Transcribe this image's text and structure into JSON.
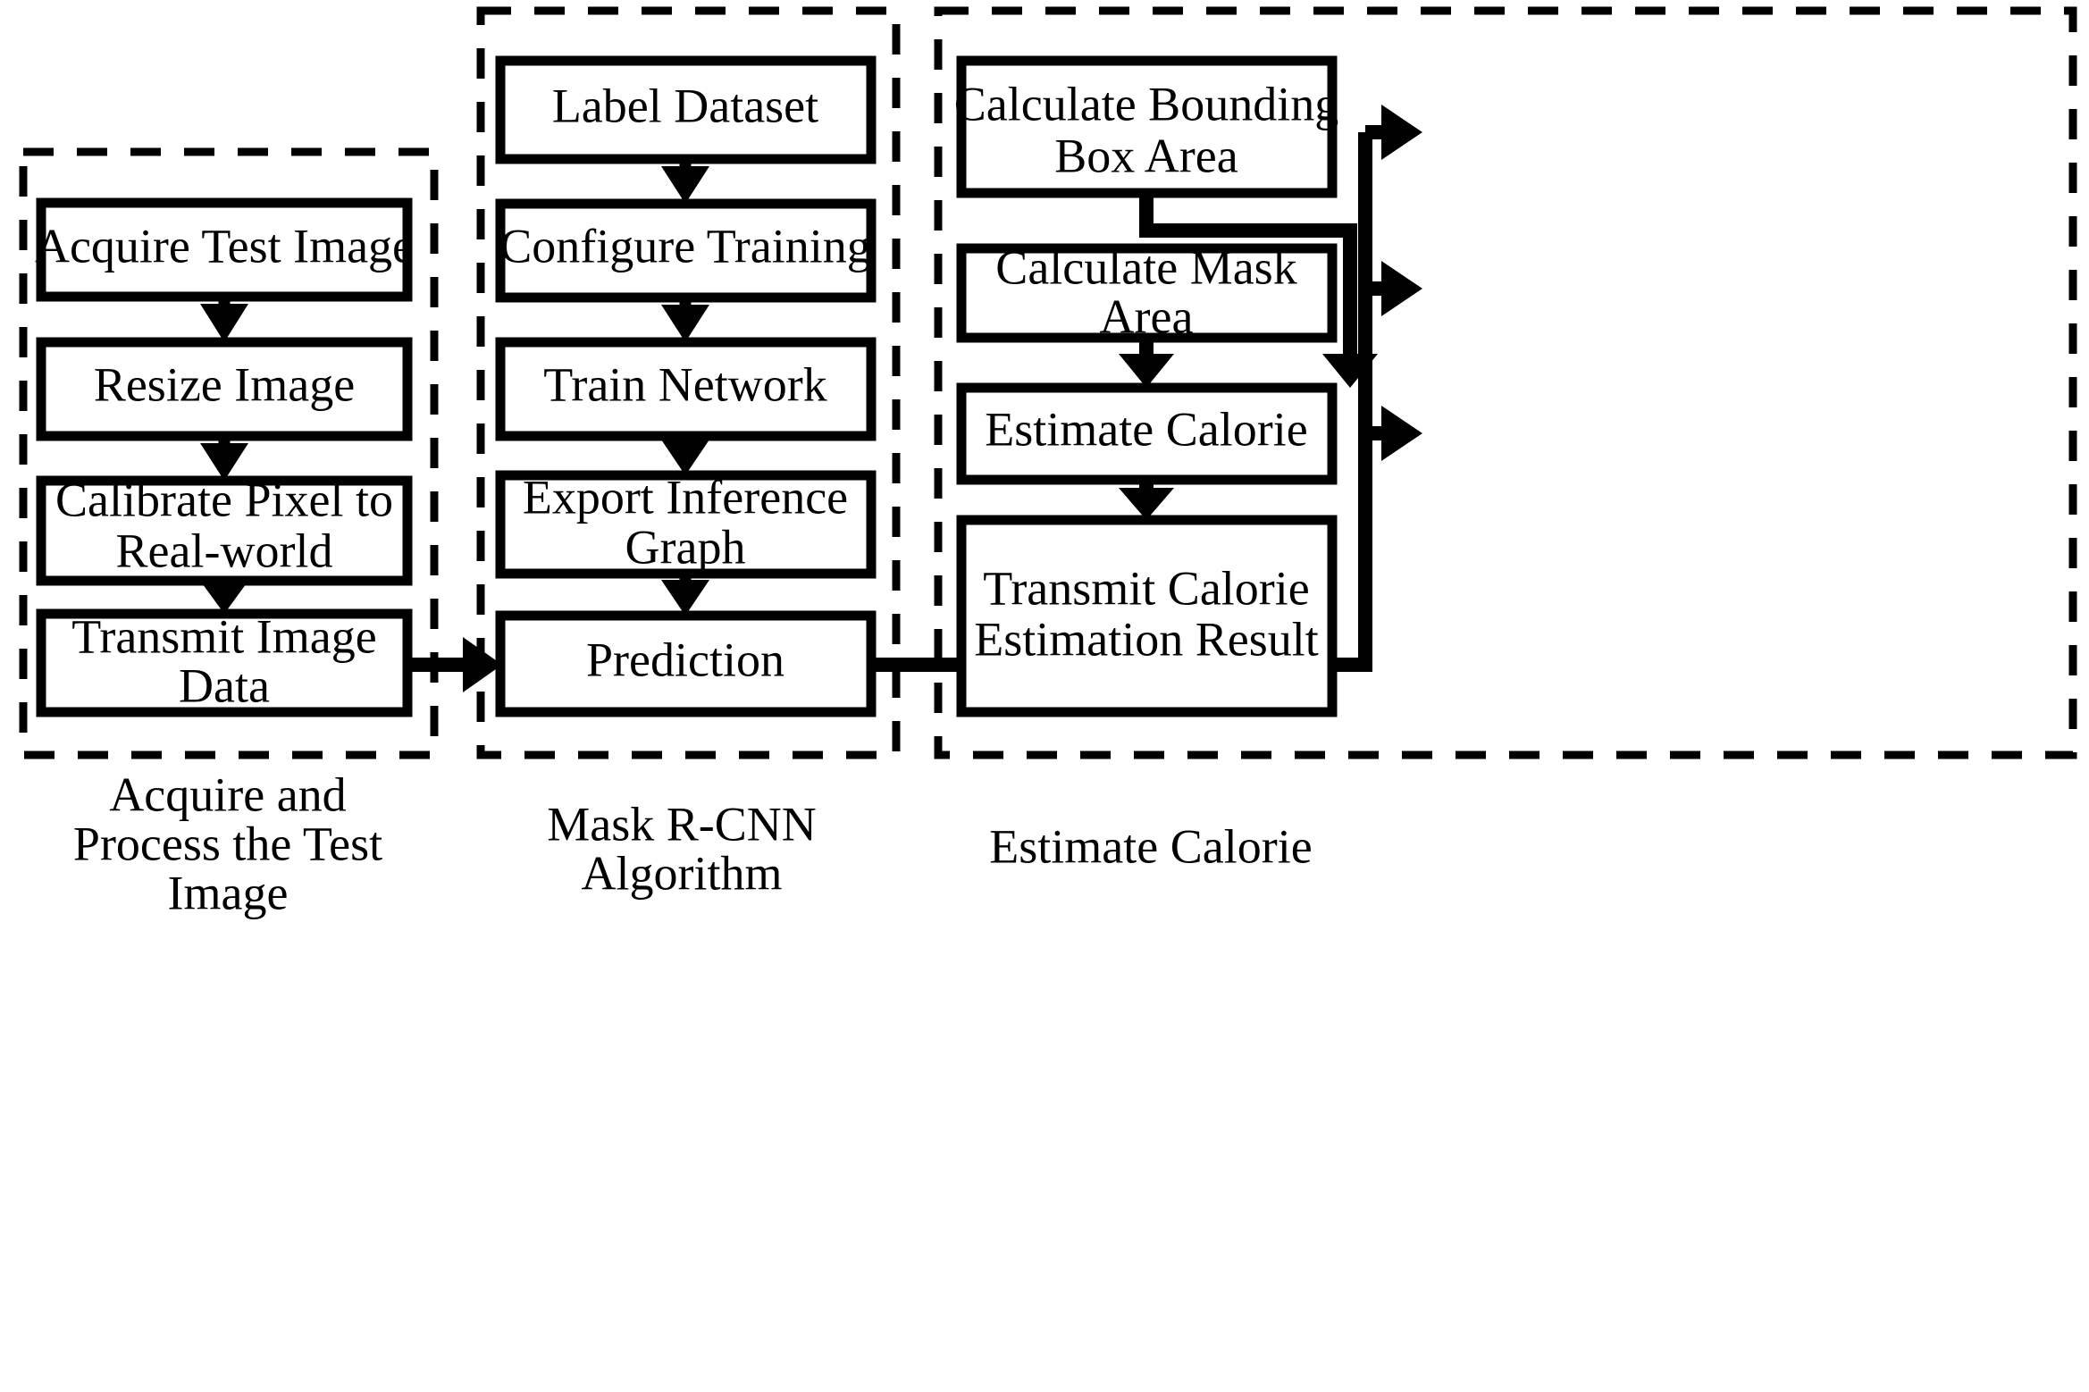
{
  "diagram": {
    "title": "Calorie Estimation System Flowchart",
    "background_color": "#ffffff",
    "line_color": "#000000",
    "groups": [
      {
        "id": "group-acquire",
        "caption_lines": [
          "Acquire and",
          "Process the Test",
          "Image"
        ],
        "caption": "Acquire and Process the Test Image",
        "boxes": [
          {
            "id": "acquire-test-image",
            "lines": [
              "Acquire Test Image"
            ]
          },
          {
            "id": "resize-image",
            "lines": [
              "Resize Image"
            ]
          },
          {
            "id": "calibrate-pixel",
            "lines": [
              "Calibrate Pixel to",
              "Real-world"
            ]
          },
          {
            "id": "transmit-image-data",
            "lines": [
              "Transmit Image",
              "Data"
            ]
          }
        ]
      },
      {
        "id": "group-maskrcnn",
        "caption_lines": [
          "Mask R-CNN",
          "Algorithm"
        ],
        "caption": "Mask R-CNN Algorithm",
        "boxes": [
          {
            "id": "label-dataset",
            "lines": [
              "Label Dataset"
            ]
          },
          {
            "id": "configure-training",
            "lines": [
              "Configure Training"
            ]
          },
          {
            "id": "train-network",
            "lines": [
              "Train Network"
            ]
          },
          {
            "id": "export-inference-graph",
            "lines": [
              "Export Inference",
              "Graph"
            ]
          },
          {
            "id": "prediction",
            "lines": [
              "Prediction"
            ]
          }
        ]
      },
      {
        "id": "group-calorie",
        "caption_lines": [
          "Estimate Calorie"
        ],
        "caption": "Estimate Calorie",
        "boxes": [
          {
            "id": "calculate-bounding-box-area",
            "lines": [
              "Calculate Bounding",
              "Box Area"
            ]
          },
          {
            "id": "calculate-mask-area",
            "lines": [
              "Calculate Mask",
              "Area"
            ]
          },
          {
            "id": "estimate-calorie",
            "lines": [
              "Estimate Calorie"
            ]
          },
          {
            "id": "transmit-calorie-result",
            "lines": [
              "Transmit Calorie",
              "Estimation Result"
            ]
          }
        ]
      }
    ],
    "connections": [
      {
        "from": "acquire-test-image",
        "to": "resize-image",
        "kind": "vertical-arrow"
      },
      {
        "from": "resize-image",
        "to": "calibrate-pixel",
        "kind": "vertical-arrow"
      },
      {
        "from": "calibrate-pixel",
        "to": "transmit-image-data",
        "kind": "vertical-arrow"
      },
      {
        "from": "transmit-image-data",
        "to": "prediction",
        "kind": "horizontal-arrow"
      },
      {
        "from": "label-dataset",
        "to": "configure-training",
        "kind": "vertical-arrow"
      },
      {
        "from": "configure-training",
        "to": "train-network",
        "kind": "vertical-arrow"
      },
      {
        "from": "train-network",
        "to": "export-inference-graph",
        "kind": "vertical-arrow"
      },
      {
        "from": "export-inference-graph",
        "to": "prediction",
        "kind": "vertical-arrow"
      },
      {
        "from": "prediction",
        "to": "calculate-bounding-box-area",
        "kind": "branch-arrow"
      },
      {
        "from": "prediction",
        "to": "calculate-mask-area",
        "kind": "branch-arrow"
      },
      {
        "from": "prediction",
        "to": "estimate-calorie",
        "kind": "branch-arrow"
      },
      {
        "from": "calculate-bounding-box-area",
        "to": "estimate-calorie",
        "kind": "routed-arrow"
      },
      {
        "from": "calculate-mask-area",
        "to": "estimate-calorie",
        "kind": "vertical-arrow"
      },
      {
        "from": "estimate-calorie",
        "to": "transmit-calorie-result",
        "kind": "vertical-arrow"
      }
    ]
  }
}
